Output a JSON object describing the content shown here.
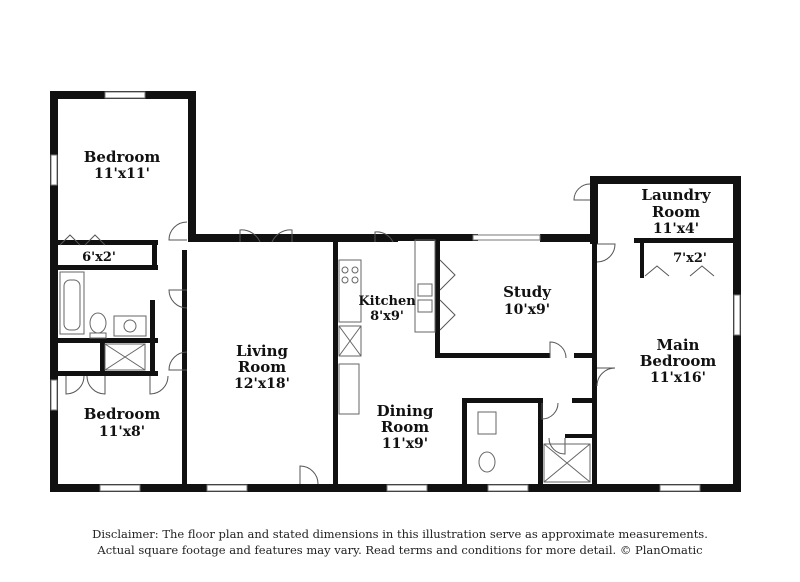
{
  "rooms": [
    {
      "name": "Bedroom",
      "dims": "11'x11'"
    },
    {
      "name": "6'x2'"
    },
    {
      "name": "Bedroom",
      "dims": "11'x8'"
    },
    {
      "name": "Living",
      "name2": "Room",
      "dims": "12'x18'"
    },
    {
      "name": "Kitchen",
      "dims": "8'x9'"
    },
    {
      "name": "Dining",
      "name2": "Room",
      "dims": "11'x9'"
    },
    {
      "name": "Study",
      "dims": "10'x9'"
    },
    {
      "name": "Laundry",
      "name2": "Room",
      "dims": "11'x4'"
    },
    {
      "name": "7'x2'"
    },
    {
      "name": "Main",
      "name2": "Bedroom",
      "dims": "11'x16'"
    }
  ],
  "disclaimer": {
    "line1": "Disclaimer: The floor plan and stated dimensions in this illustration serve as approximate measurements.",
    "line2": "Actual square footage and features may vary. Read terms and conditions for more detail. © PlanOmatic"
  }
}
